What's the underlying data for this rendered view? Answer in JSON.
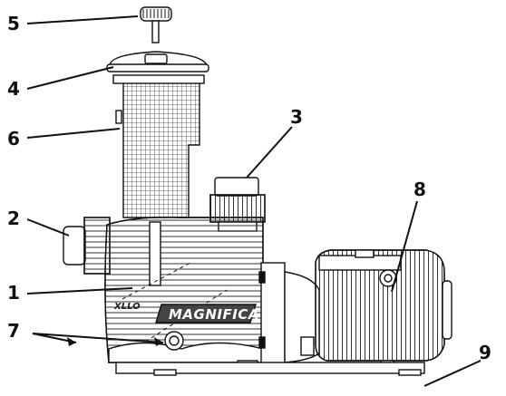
{
  "diagram": {
    "brand_label": "MAGNIFICA",
    "sub_brand_label": "XLLO",
    "callouts": [
      {
        "id": "1",
        "label": "1"
      },
      {
        "id": "2",
        "label": "2"
      },
      {
        "id": "3",
        "label": "3"
      },
      {
        "id": "4",
        "label": "4"
      },
      {
        "id": "5",
        "label": "5"
      },
      {
        "id": "6",
        "label": "6"
      },
      {
        "id": "7",
        "label": "7"
      },
      {
        "id": "8",
        "label": "8"
      },
      {
        "id": "9",
        "label": "9"
      }
    ]
  },
  "colors": {
    "line": "#111111",
    "fill": "#ffffff",
    "badge": "#444444"
  }
}
